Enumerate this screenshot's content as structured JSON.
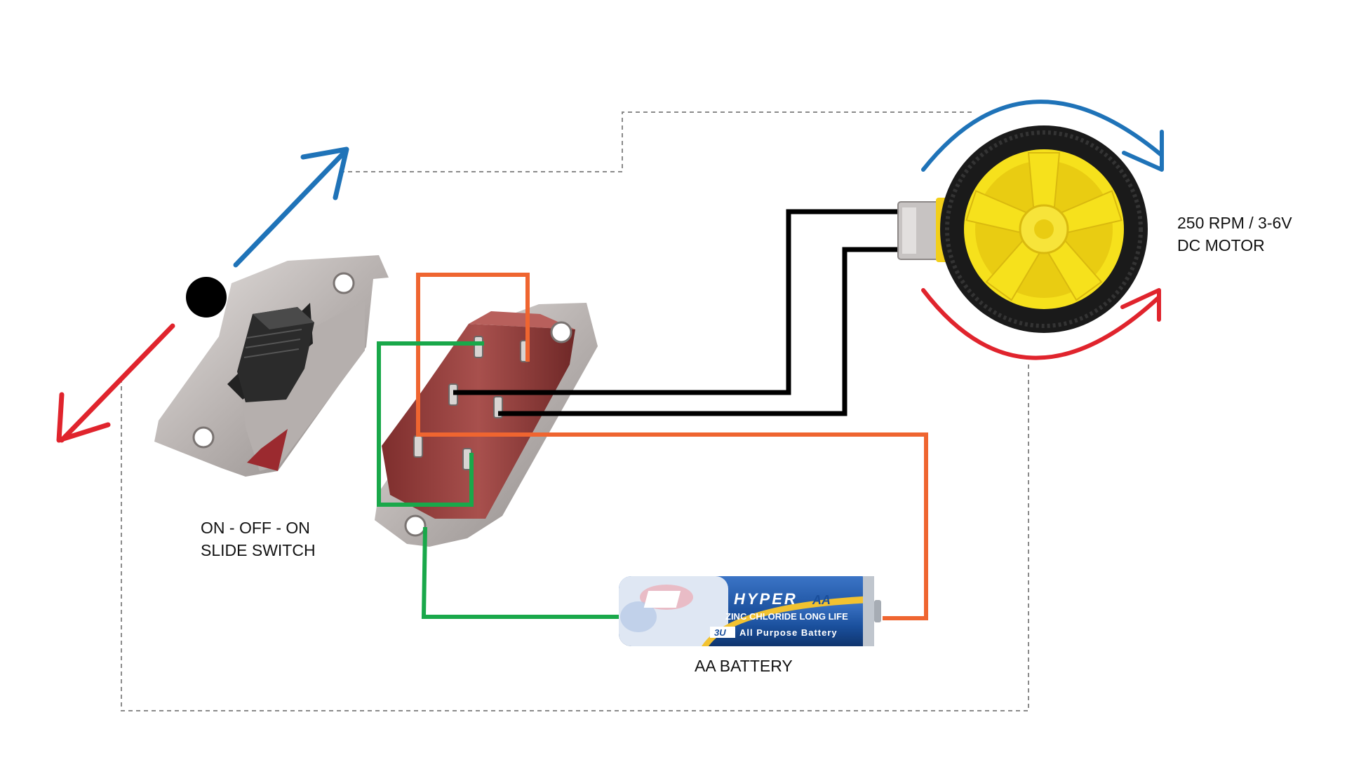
{
  "labels": {
    "switch": [
      "ON - OFF - ON",
      "SLIDE SWITCH"
    ],
    "motor": [
      "250 RPM / 3-6V",
      "DC MOTOR"
    ],
    "battery": "AA BATTERY"
  },
  "battery_print": {
    "brand": "HYPER",
    "size": "AA",
    "type": "ZINC CHLORIDE LONG LIFE",
    "voltage_badge": "3U",
    "tagline": "All Purpose Battery"
  },
  "colors": {
    "wire_orange": "#ef6530",
    "wire_green": "#19a84a",
    "wire_black": "#000000",
    "arrow_blue": "#1f73b8",
    "arrow_red": "#e0242d",
    "dashed_outline": "#8a8a8a",
    "wheel_yellow": "#f6e11c",
    "tire_black": "#1a1a1a",
    "switch_body": "#a0403f",
    "metal_plate": "#c9c4c2",
    "battery_blue": "#1a4f9c"
  }
}
